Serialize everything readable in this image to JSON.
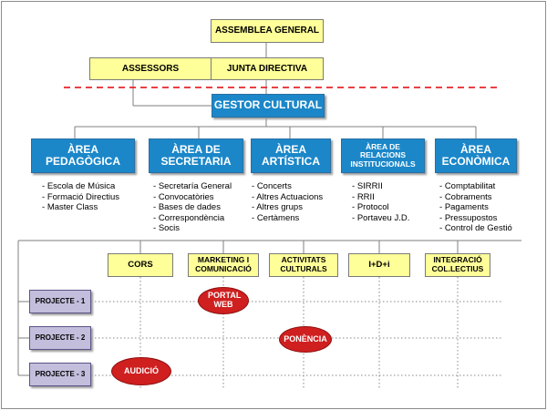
{
  "top": {
    "assemblea": "ASSEMBLEA GENERAL",
    "assessors": "ASSESSORS",
    "junta": "JUNTA DIRECTIVA",
    "gestor": "GESTOR CULTURAL"
  },
  "areas": [
    {
      "title": "ÀREA PEDAGÒGICA",
      "items": [
        "Escola de Música",
        "Formació Directius",
        "Master Class"
      ]
    },
    {
      "title": "ÀREA DE SECRETARIA",
      "items": [
        "Secretaría General",
        "Convocatòries",
        "Bases de dades",
        "Correspondència",
        "Socis"
      ]
    },
    {
      "title": "ÀREA ARTÍSTICA",
      "items": [
        "Concerts",
        "Altres Actuacions",
        "Altres grups",
        "Certàmens"
      ]
    },
    {
      "title": "ÀREA DE RELACIONS INSTITUCIONALS",
      "items": [
        "SIRRII",
        "RRII",
        "Protocol",
        "Portaveu J.D."
      ]
    },
    {
      "title": "ÀREA ECONÒMICA",
      "items": [
        "Comptabilitat",
        "Cobraments",
        "Pagaments",
        "Pressupostos",
        "Control de Gestió"
      ]
    }
  ],
  "activities": [
    "CORS",
    "MARKETING I COMUNICACIÓ",
    "ACTIVITATS CULTURALS",
    "I+D+i",
    "INTEGRACIÓ COL.LECTIUS"
  ],
  "projects": [
    "PROJECTE - 1",
    "PROJECTE - 2",
    "PROJECTE - 3"
  ],
  "ovals": {
    "portal": "PORTAL WEB",
    "ponencia": "PONÈNCIA",
    "audicio": "AUDICIÓ"
  },
  "colors": {
    "yellow": "#ffff99",
    "blue": "#1b87c9",
    "purple": "#c2bedc",
    "red": "#cf1f1f",
    "dashed": "#e8262a"
  }
}
